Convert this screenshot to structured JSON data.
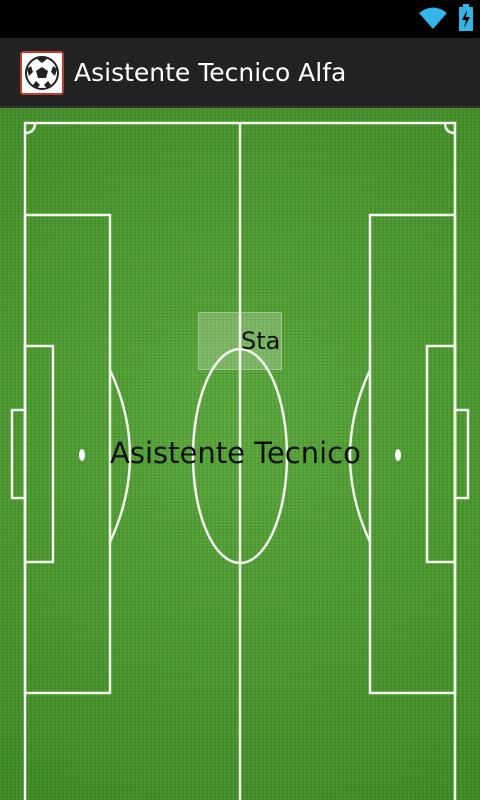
{
  "status_bar": {
    "icons": [
      "wifi-icon",
      "battery-charging-icon"
    ]
  },
  "action_bar": {
    "title": "Asistente Tecnico Alfa",
    "icon": "soccer-ball-icon"
  },
  "main": {
    "start_button_label": "Start",
    "center_text": "Asistente Tecnico"
  },
  "colors": {
    "field_green": "#4a9a2b",
    "action_bar": "#222222",
    "lines": "#ffffff"
  }
}
